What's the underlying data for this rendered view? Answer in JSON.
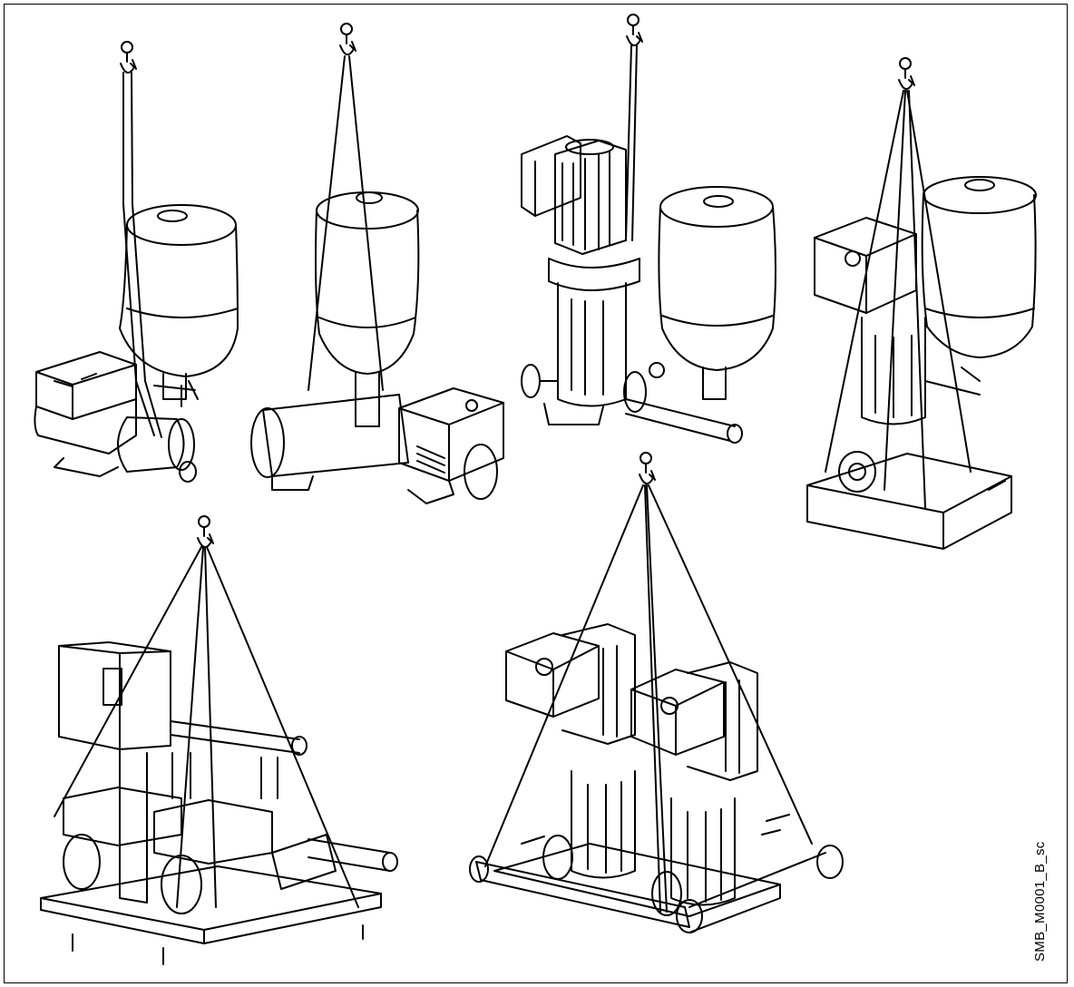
{
  "figure": {
    "drawing_code": "SMB_M0001_B_sc",
    "line_color": "#000000",
    "background": "#ffffff",
    "panels": [
      {
        "id": "horizontal-pump-with-tank",
        "icon": "lifting-hook-icon"
      },
      {
        "id": "horizontal-pump-with-tank-controller",
        "icon": "lifting-hook-icon"
      },
      {
        "id": "vertical-pump-with-tank",
        "icon": "lifting-hook-icon"
      },
      {
        "id": "vertical-pump-on-baseplate",
        "icon": "lifting-hook-icon"
      },
      {
        "id": "twin-horizontal-booster-set",
        "icon": "lifting-hook-icon"
      },
      {
        "id": "twin-vertical-booster-set",
        "icon": "lifting-hook-icon"
      }
    ]
  }
}
